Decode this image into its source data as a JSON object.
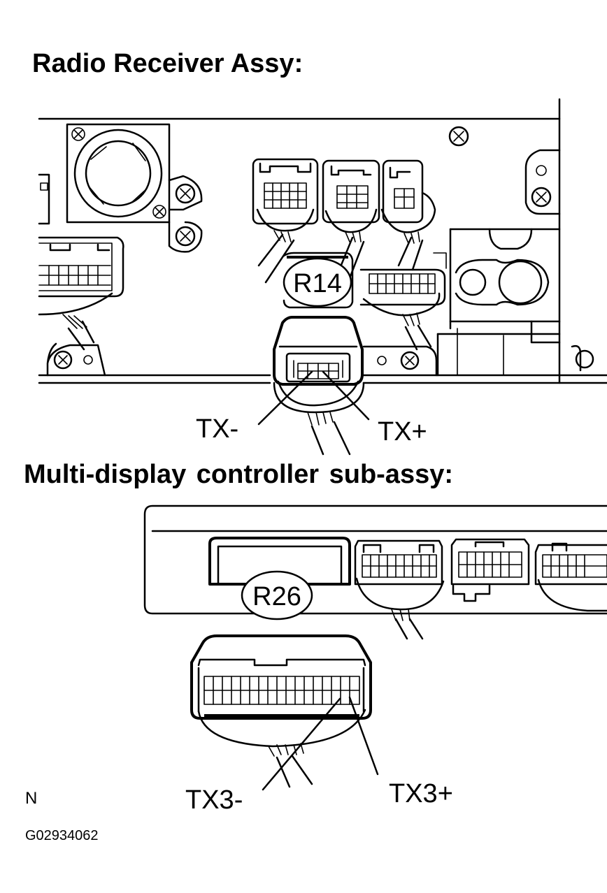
{
  "sections": {
    "radio_title": "Radio Receiver Assy:",
    "controller_title": "Multi-display   controller sub-assy:"
  },
  "connectors": {
    "radio": "R14",
    "controller": "R26"
  },
  "pins": {
    "radio_minus": "TX-",
    "radio_plus": "TX+",
    "controller_minus": "TX3-",
    "controller_plus": "TX3+"
  },
  "footer": {
    "mark": "N",
    "code": "G02934062"
  }
}
